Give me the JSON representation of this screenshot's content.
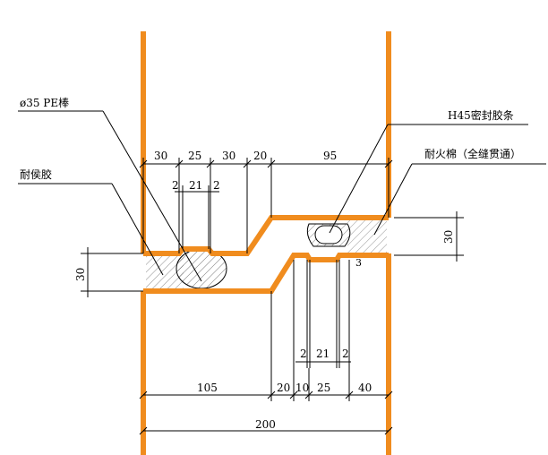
{
  "callouts": {
    "pe_rod": "ø35 PE棒",
    "weather_sealant": "耐侯胶",
    "sealing_strip": "H45密封胶条",
    "fire_cotton": "耐火棉（全缝贯通）"
  },
  "dims_top": {
    "d30a": "30",
    "d25": "25",
    "d30b": "30",
    "d20": "20",
    "d95": "95",
    "d2a": "2",
    "d21": "21",
    "d2b": "2"
  },
  "dims_side": {
    "right_gap": "30",
    "left_gap": "30",
    "small3": "3"
  },
  "dims_bottom": {
    "d2a": "2",
    "d21": "21",
    "d2b": "2",
    "d105": "105",
    "d20": "20",
    "d10": "10",
    "d25": "25",
    "d40": "40",
    "d200": "200"
  },
  "colors": {
    "wall": "#f08c1e",
    "line": "#000000"
  }
}
